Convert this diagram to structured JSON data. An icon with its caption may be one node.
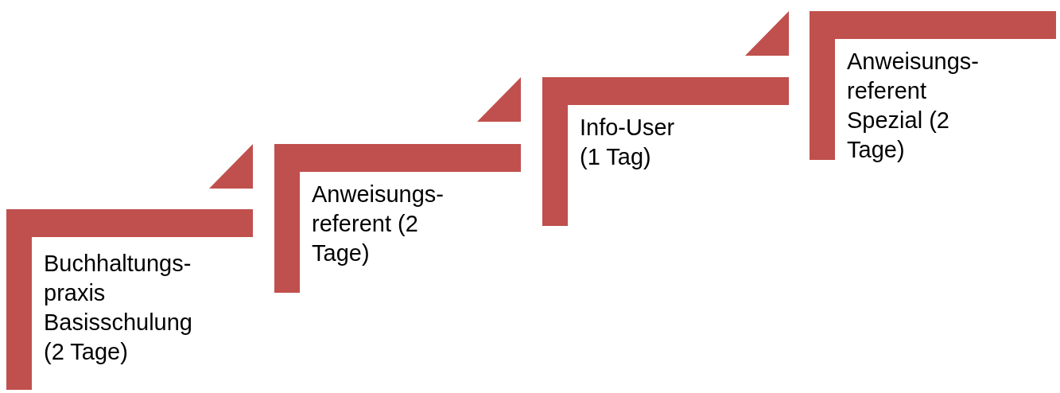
{
  "diagram": {
    "nodes": [
      {
        "text": [
          "Buchhaltungs- praxis Basisschulung (2 Tage)"
        ]
      },
      {
        "text": [
          "Anweisungs- referent (2 Tage)"
        ]
      },
      {
        "text": [
          "Info-User (1 Tag)"
        ]
      },
      {
        "text": [
          "Anweisungs- referent Spezial (2 Tage)"
        ]
      }
    ]
  }
}
